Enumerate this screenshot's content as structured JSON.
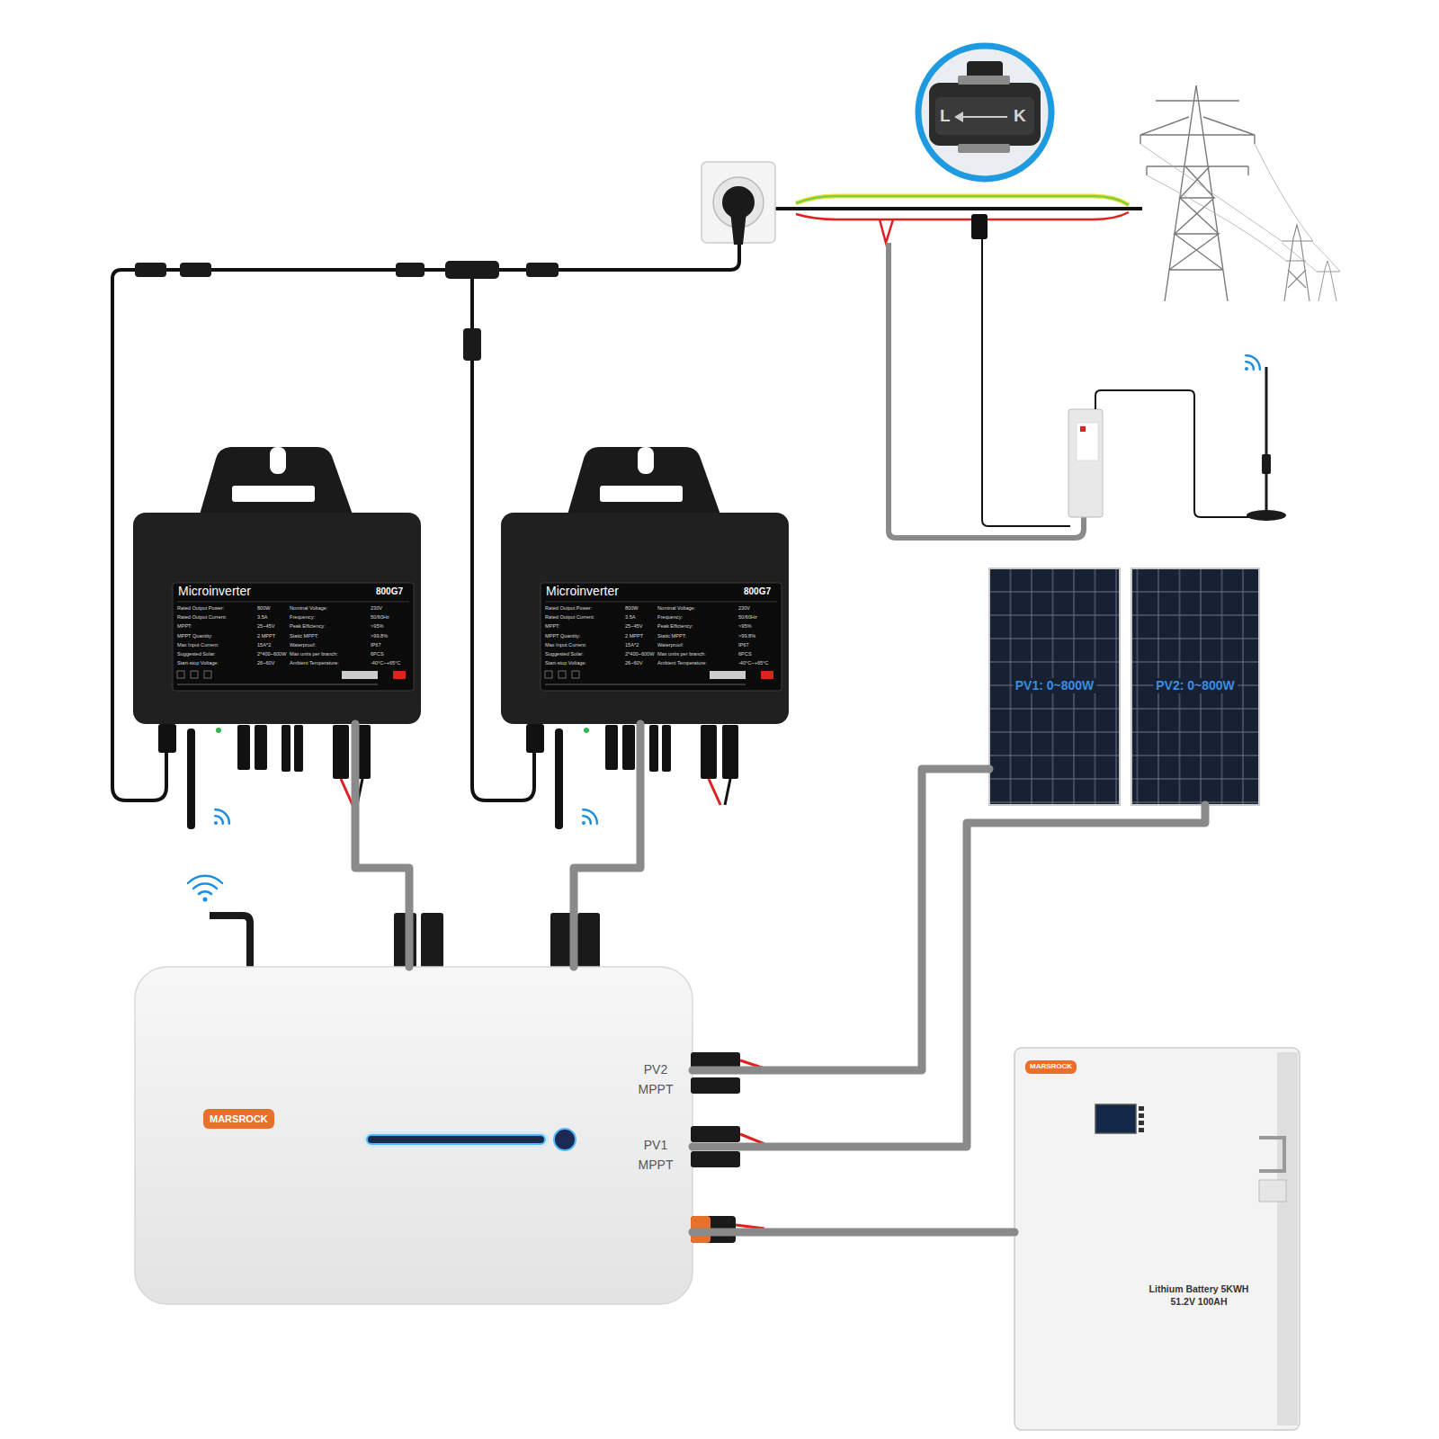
{
  "diagram": {
    "nodes": [
      {
        "text": [
          "L",
          "K"
        ]
      },
      {
        "text": [
          "Microinverter",
          "800G7"
        ]
      },
      {
        "text": [
          "Microinverter",
          "800G7"
        ]
      },
      {
        "text": [
          "PV1: 0~800W"
        ]
      },
      {
        "text": [
          "PV2: 0~800W"
        ]
      },
      {
        "text": [
          "MARSROCK",
          "PV2 MPPT",
          "PV1 MPPT"
        ]
      },
      {
        "text": [
          "MARSROCK",
          "Lithium Battery 5KWH 51.2V 100AH"
        ]
      }
    ],
    "edges": [
      {
        "from": 5,
        "to": 1,
        "arrow": "none"
      },
      {
        "from": 5,
        "to": 2,
        "arrow": "none"
      },
      {
        "from": 3,
        "to": 5,
        "arrow": "none"
      },
      {
        "from": 4,
        "to": 5,
        "arrow": "none"
      },
      {
        "from": 6,
        "to": 5,
        "arrow": "none"
      }
    ],
    "labels": [
      "Rated Output Power:",
      "800W",
      "Nominal Voltage:",
      "230V",
      "Rated Output Current:",
      "3.5A",
      "Frequency:",
      "50/60Hz",
      "MPPT:",
      "25~45V",
      "Peak Efficiency:",
      ">95%",
      "MPPT Quantity:",
      "2 MPPT",
      "Static MPPT:",
      ">99.8%",
      "Max Input Current:",
      "15A*2",
      "Waterproof:",
      "IP67",
      "Suggested Solar:",
      "2*400~600W",
      "Max units per branch:",
      "6PCS",
      "Start-stop Voltage:",
      "26~60V",
      "Ambient Temperature:",
      "-40°C~+65°C",
      "Rated Output Power:",
      "800W",
      "Nominal Voltage:",
      "230V",
      "Rated Output Current:",
      "3.5A",
      "Frequency:",
      "50/60Hz",
      "MPPT:",
      "25~45V",
      "Peak Efficiency:",
      ">95%",
      "MPPT Quantity:",
      "2 MPPT",
      "Static MPPT:",
      ">99.8%",
      "Max Input Current:",
      "15A*2",
      "Waterproof:",
      "IP67",
      "Suggested Solar:",
      "2*400~600W",
      "Max units per branch:",
      "6PCS",
      "Start-stop Voltage:",
      "26~60V",
      "Ambient Temperature:",
      "-40°C~+65°C"
    ]
  }
}
